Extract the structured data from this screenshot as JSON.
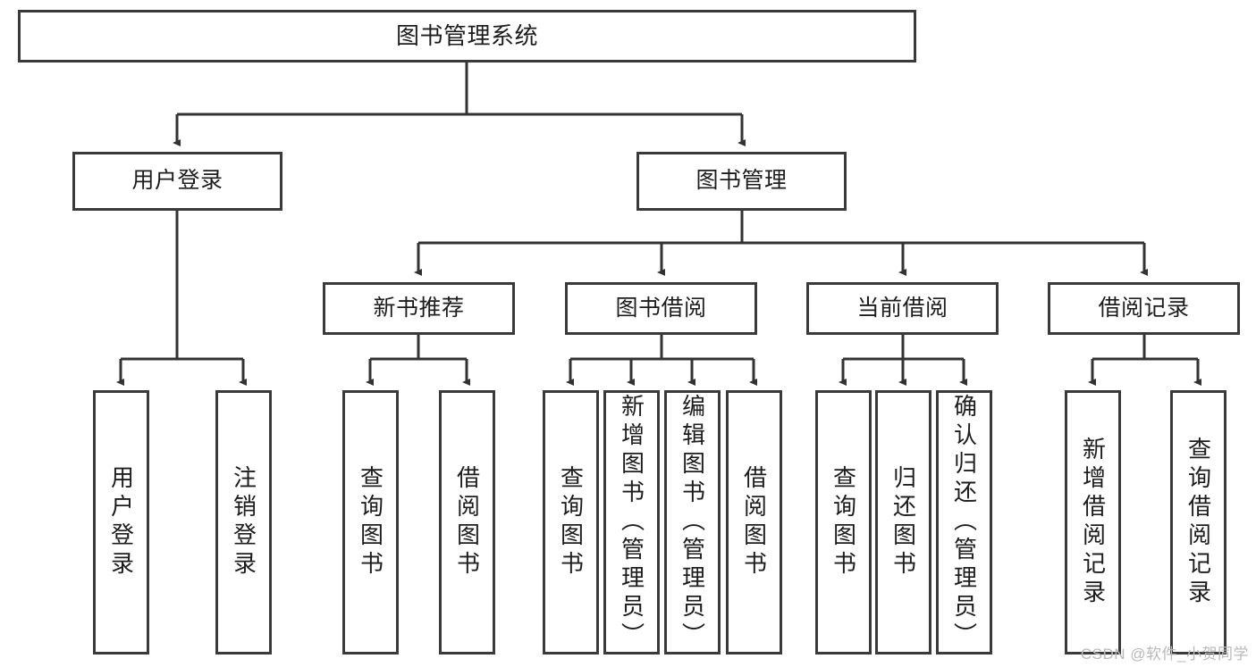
{
  "diagram": {
    "title": "图书管理系统",
    "type": "tree-hierarchy-flowchart",
    "colors": {
      "box_border": "#3a3a3a",
      "box_fill": "#ffffff",
      "edge": "#333333",
      "text": "#1d1d1d",
      "watermark": "#b9b9b9",
      "background": "#ffffff"
    },
    "nodes": {
      "root": {
        "label": "图书管理系统"
      },
      "level2": [
        {
          "label": "用户登录"
        },
        {
          "label": "图书管理"
        }
      ],
      "level3": [
        {
          "label": "新书推荐"
        },
        {
          "label": "图书借阅"
        },
        {
          "label": "当前借阅"
        },
        {
          "label": "借阅记录"
        }
      ],
      "leaves": {
        "user_login": [
          {
            "label": "用户登录"
          },
          {
            "label": "注销登录"
          }
        ],
        "new_book_recommend": [
          {
            "label": "查询图书"
          },
          {
            "label": "借阅图书"
          }
        ],
        "book_borrow": [
          {
            "label": "查询图书"
          },
          {
            "label": "新增图书（管理员）"
          },
          {
            "label": "编辑图书（管理员）"
          },
          {
            "label": "借阅图书"
          }
        ],
        "current_borrow": [
          {
            "label": "查询图书"
          },
          {
            "label": "归还图书"
          },
          {
            "label": "确认归还（管理员）"
          }
        ],
        "borrow_record": [
          {
            "label": "新增借阅记录"
          },
          {
            "label": "查询借阅记录"
          }
        ]
      }
    },
    "watermark": "CSDN @软件_小贺同学"
  }
}
